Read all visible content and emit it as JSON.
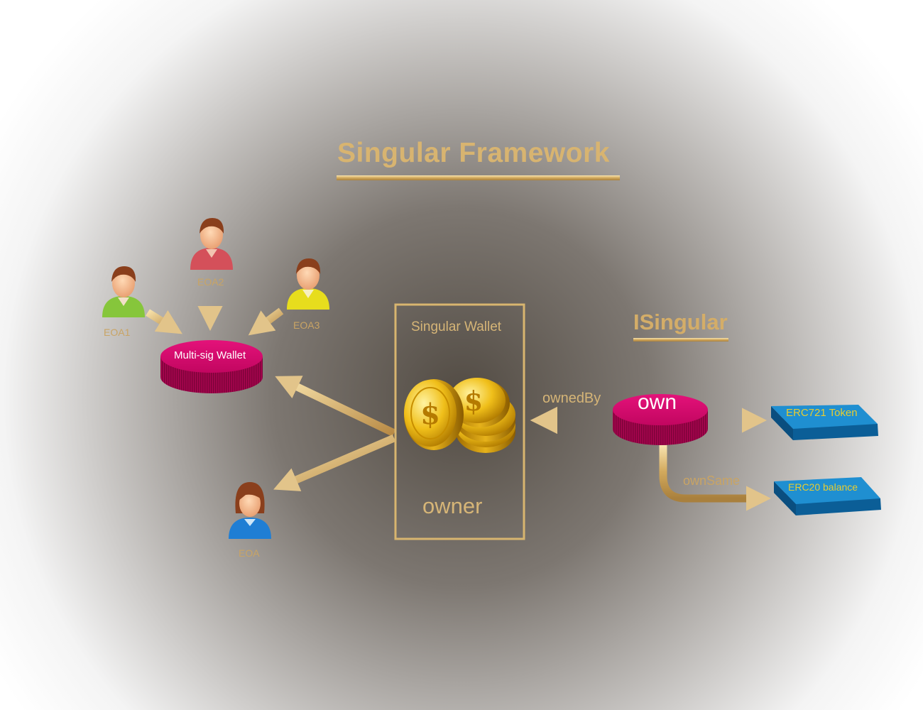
{
  "title": "Singular Framework",
  "subtitle": "ISingular",
  "people": {
    "eoa1": "EOA1",
    "eoa2": "EOA2",
    "eoa3": "EOA3",
    "eoa": "EOA"
  },
  "multisig": {
    "label": "Multi-sig Wallet"
  },
  "singular_wallet": {
    "title": "Singular Wallet",
    "owner_label": "owner"
  },
  "own_disc": {
    "label": "own"
  },
  "edges": {
    "owned_by": "ownedBy",
    "own_same": "ownSame"
  },
  "tokens": {
    "erc721": "ERC721 Token",
    "erc20": "ERC20 balance"
  },
  "colors": {
    "gold": "#d4ad68",
    "magenta": "#d6086a",
    "token_blue": "#1f8fd1",
    "token_text": "#e7cc32"
  },
  "icons": [
    "user-icon",
    "coins-icon"
  ]
}
